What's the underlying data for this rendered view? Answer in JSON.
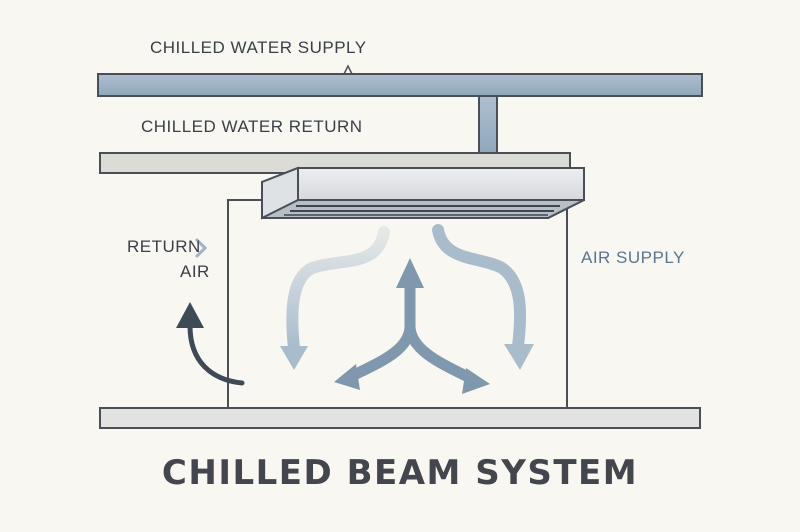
{
  "labels": {
    "chilled_water_supply": "CHILLED WATER SUPPLY",
    "chilled_water_return": "CHILLED WATER RETURN",
    "return_air_line1": "RETURN",
    "return_air_line2": "AIR",
    "air_supply": "AIR SUPPLY"
  },
  "title": "CHILLED BEAM SYSTEM",
  "colors": {
    "pipe_supply": "#9aafc2",
    "pipe_return": "#dcdcd6",
    "outline": "#4a4f57",
    "arrow_light": "#a9bccc",
    "arrow_mid": "#7f98ad",
    "arrow_dark": "#3f4a57"
  }
}
